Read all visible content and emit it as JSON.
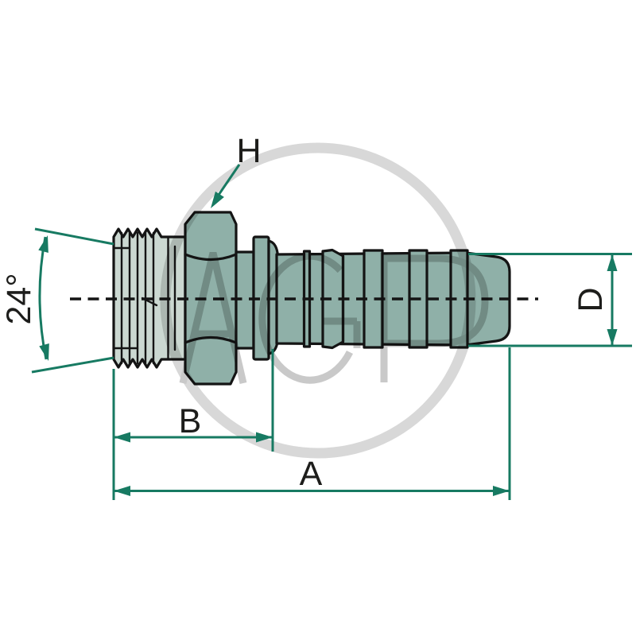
{
  "drawing_title": "hydraulic-hose-fitting-dimension-drawing",
  "labels": {
    "hex_width": "H",
    "cone_angle": "24°",
    "length_b": "B",
    "length_a": "A",
    "diameter_d": "D"
  },
  "watermark": {
    "text": "AGP"
  },
  "colors": {
    "dimension_teal": "#177a62",
    "body_dark": "#8fb0a8",
    "body_light": "#cbd8d1",
    "outline_black": "#141414",
    "watermark_gray": "#c9c9c9",
    "watermark_circle_gray": "#d8d8d8"
  }
}
